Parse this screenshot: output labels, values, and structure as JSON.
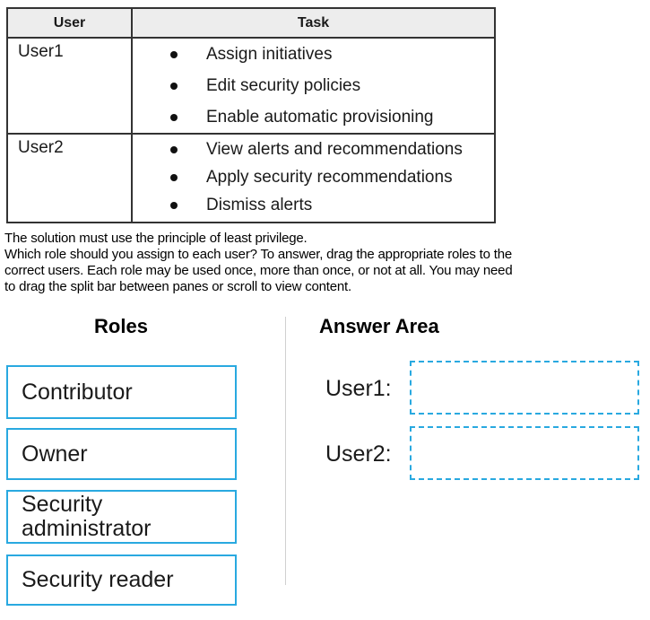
{
  "table": {
    "headers": {
      "user": "User",
      "task": "Task"
    },
    "rows": [
      {
        "user": "User1",
        "tasks": [
          "Assign initiatives",
          "Edit security policies",
          "Enable automatic provisioning"
        ]
      },
      {
        "user": "User2",
        "tasks": [
          "View alerts and recommendations",
          "Apply security recommendations",
          "Dismiss alerts"
        ]
      }
    ]
  },
  "instructions": {
    "lines": [
      "The solution must use the principle of least privilege.",
      "Which role should you assign to each user? To answer, drag the appropriate roles to the",
      "correct users. Each role may be used once, more than once, or not at all. You may need",
      "to drag the split bar between panes or scroll to view content."
    ]
  },
  "roles_panel": {
    "title": "Roles",
    "roles": [
      "Contributor",
      "Owner",
      "Security administrator",
      "Security reader"
    ]
  },
  "answer_panel": {
    "title": "Answer Area",
    "targets": [
      {
        "label": "User1:",
        "value": ""
      },
      {
        "label": "User2:",
        "value": ""
      }
    ]
  },
  "colors": {
    "accent_blue": "#29A9E0",
    "table_border": "#333333",
    "table_header_bg": "#EDEDED",
    "pane_divider": "#d0d0d0"
  }
}
